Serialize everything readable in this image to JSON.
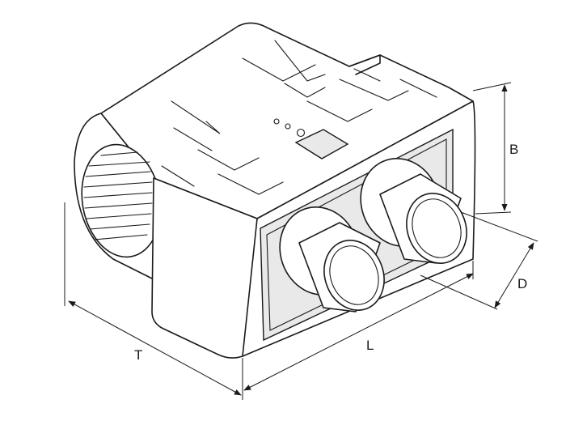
{
  "dimensions": {
    "b_label": "B",
    "d_label": "D",
    "l_label": "L",
    "t_label": "T"
  },
  "colors": {
    "line": "#1a1a1a",
    "background": "#ffffff"
  }
}
